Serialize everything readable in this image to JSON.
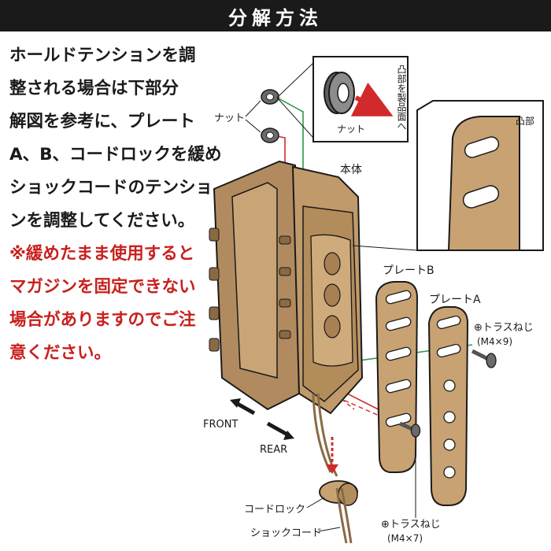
{
  "header": {
    "title": "分解方法"
  },
  "instructions": {
    "lines": [
      "ホールドテンションを調",
      "整される場合は下部分",
      "解図を参考に、プレート",
      "A、B、コードロックを緩め",
      "ショックコードのテンショ",
      "ンを調整してください。"
    ],
    "warning_lines": [
      "※緩めたまま使用すると",
      "マガジンを固定できない",
      "場合がありますのでご注",
      "意ください。"
    ]
  },
  "labels": {
    "nut": "ナット",
    "nut_inset": "ナット",
    "inset_note": "凸部を製品面へ",
    "protrusion": "凸部",
    "body": "本体",
    "plate_b": "プレートB",
    "plate_a": "プレートA",
    "truss_screw_upper": "⊕トラスねじ",
    "truss_screw_upper_size": "(M4×9)",
    "front": "FRONT",
    "rear": "REAR",
    "cord_lock": "コードロック",
    "shock_cord": "ショックコード",
    "truss_screw_lower": "⊕トラスねじ",
    "truss_screw_lower_size": "(M4×7)"
  },
  "colors": {
    "header_bg": "#1a1a1a",
    "warning": "#c8201d",
    "tan": "#c19a6b",
    "tan_dark": "#8a6a44",
    "guide_green": "#2f9a4a",
    "guide_red": "#d22a2a"
  }
}
